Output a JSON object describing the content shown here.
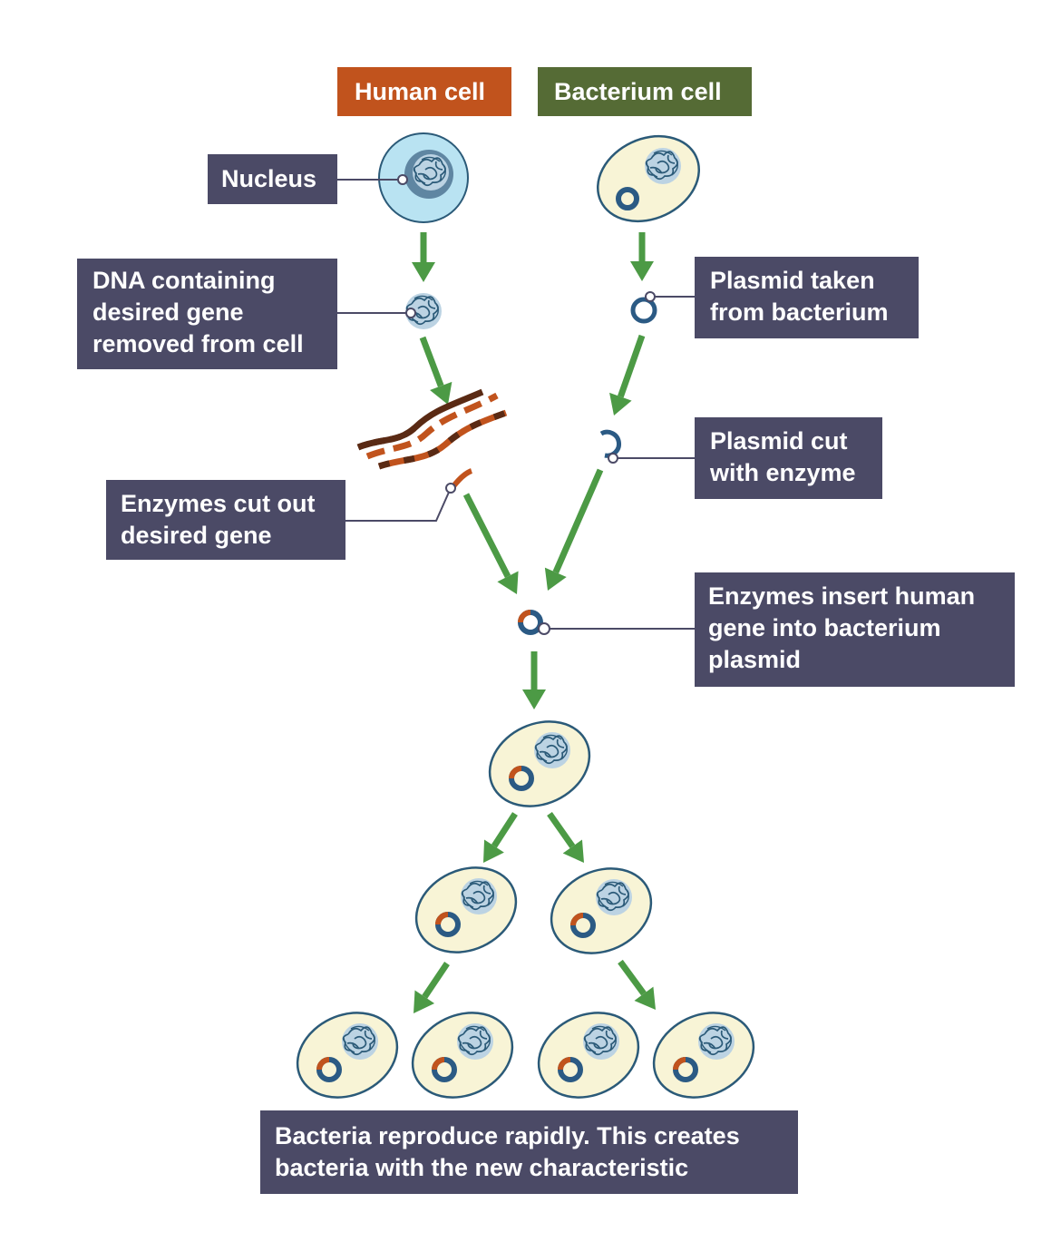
{
  "headers": {
    "human": "Human cell",
    "bacterium": "Bacterium cell"
  },
  "labels": {
    "nucleus": [
      "Nucleus"
    ],
    "dna_removed": [
      "DNA containing",
      "desired gene",
      "removed from cell"
    ],
    "plasmid_taken": [
      "Plasmid taken",
      "from bacterium"
    ],
    "plasmid_cut": [
      "Plasmid cut",
      "with enzyme"
    ],
    "enzymes_cut": [
      "Enzymes cut out",
      "desired gene"
    ],
    "enzymes_insert": [
      "Enzymes insert human",
      "gene into bacterium",
      "plasmid"
    ],
    "reproduce": [
      "Bacteria reproduce rapidly. This creates",
      "bacteria with the new characteristic"
    ]
  },
  "colors": {
    "human_header": "#c1531d",
    "bacterium_header": "#556b35",
    "label_box": "#4b4a66",
    "arrow": "#4c9a45",
    "cell_fill": "#f8f4d6",
    "cell_outline": "#2b5a78",
    "plasmid_blue": "#2b5a84",
    "gene_orange": "#c1531d",
    "dna_brown": "#5a2a14",
    "nucleus_blue": "#b9e3f2"
  },
  "icons": [
    "human-cell-icon",
    "bacterium-cell-icon",
    "dna-strand-icon",
    "plasmid-icon",
    "arrow-icon",
    "leader-dot-icon"
  ]
}
